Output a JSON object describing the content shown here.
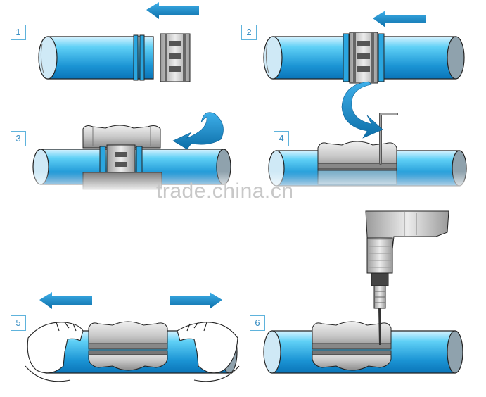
{
  "steps": [
    {
      "number": "1"
    },
    {
      "number": "2"
    },
    {
      "number": "3"
    },
    {
      "number": "4"
    },
    {
      "number": "5"
    },
    {
      "number": "6"
    }
  ],
  "watermark": "trade.china.cn",
  "colors": {
    "pipe_light": "#d9f3ff",
    "pipe_mid": "#38c2f2",
    "pipe_dark": "#0a74b8",
    "arrow": "#1a92d4",
    "arrow_dark": "#0b5f95",
    "metal_light": "#e2e2e2",
    "metal_dark": "#8c8c8c",
    "outline": "#222222",
    "label_border": "#5fb3dc"
  },
  "icons": [
    "arrow-left-icon",
    "arrow-right-icon",
    "curved-arrow-icon",
    "hand-icon",
    "drill-icon",
    "hex-key-icon"
  ]
}
